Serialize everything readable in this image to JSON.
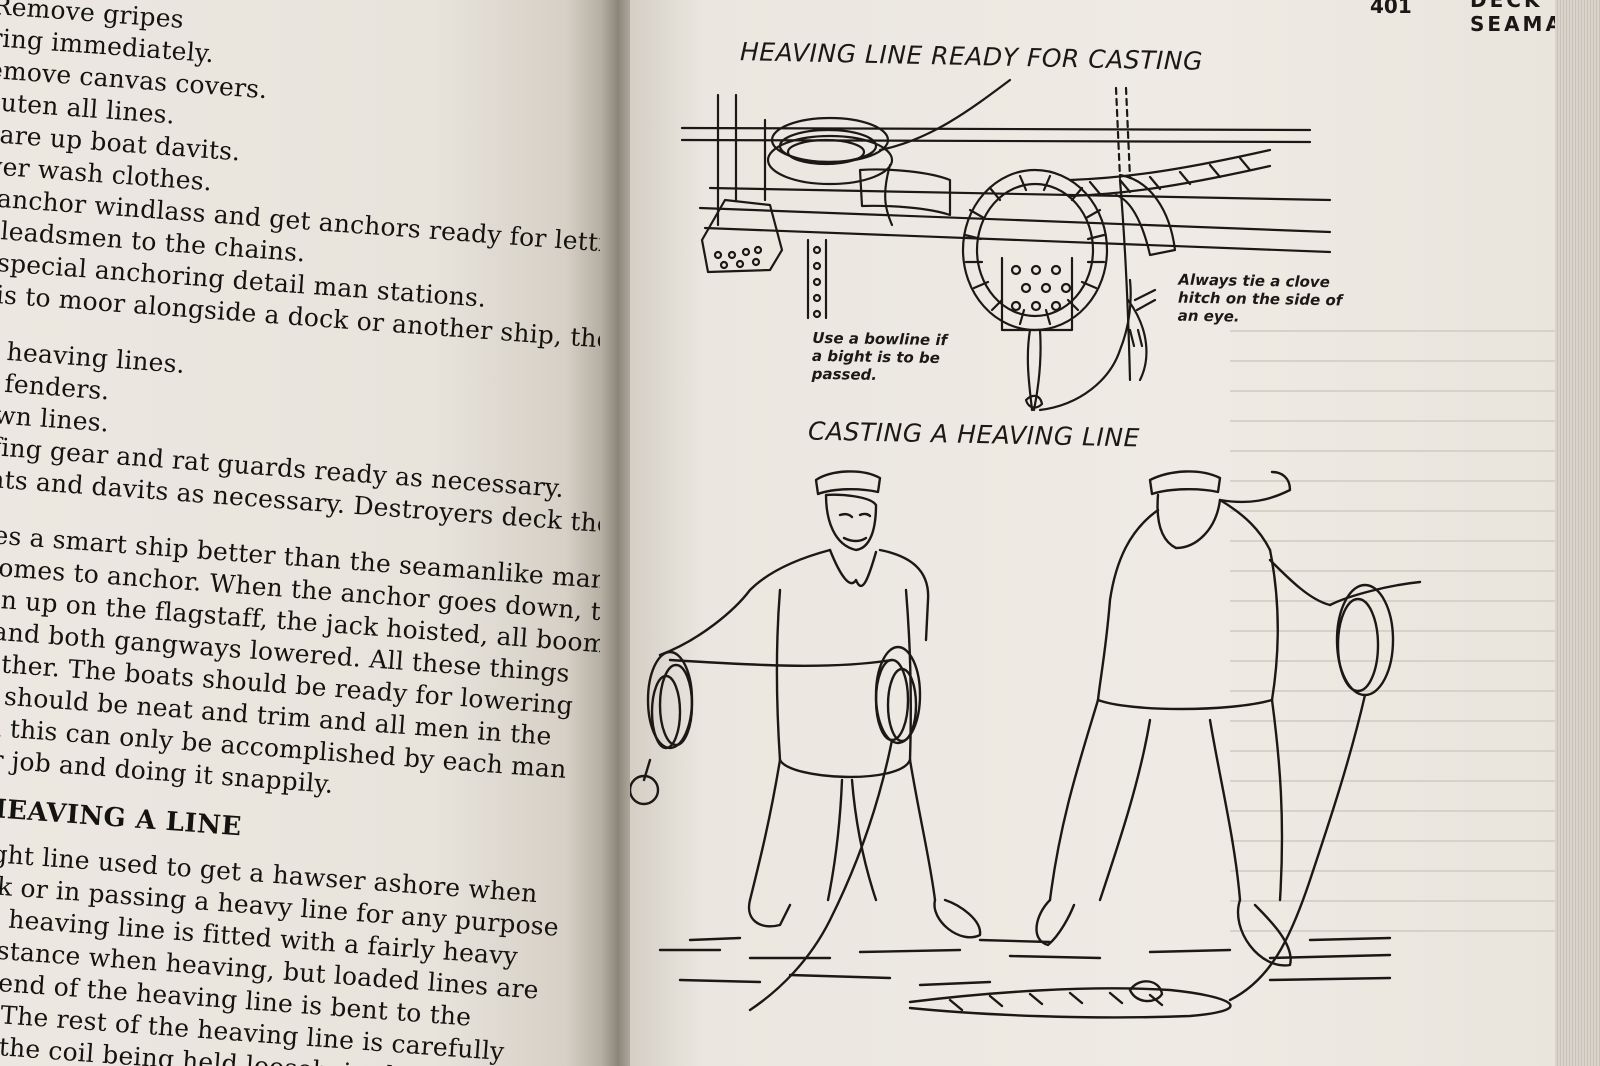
{
  "left_page": {
    "lines_top": [
      "Remove gripes",
      "ring immediately.",
      "emove canvas covers.",
      "auten all lines.",
      "uare up boat davits.",
      "wer wash clothes.",
      "t anchor windlass and get anchors ready for letting go.",
      "d leadsmen to the chains.",
      "e special anchoring detail man stations.",
      "p is to moor alongside a dock or another ship, they must"
    ],
    "lines_mid": [
      "de heaving lines.",
      "de fenders.",
      "down lines.",
      "hafing gear and rat guards ready as necessary.",
      "boats and davits as necessary. Destroyers deck the in-"
    ],
    "lines_para": [
      "cates a smart ship better than the seamanlike manner",
      "ip comes to anchor. When the anchor goes down, the",
      "e run up on the flagstaff, the jack hoisted, all booms",
      "tly, and both gangways lowered. All these things",
      "together. The boats should be ready for lowering",
      "ship should be neat and trim and all men in the",
      "y. All this can only be accomplished by each man",
      "cular job and doing it snappily."
    ],
    "heading": "HEAVING A LINE",
    "lines_bottom": [
      "s a light line used to get a hawser ashore when",
      "e dock or in passing a heavy line for any purpose",
      "of the heaving line is fitted with a fairly heavy",
      "ing distance when heaving, but loaded lines are",
      "other end of the heaving line is bent to the",
      "hitch. The rest of the heaving line is carefully",
      "rds of the coil being held loosely in the"
    ]
  },
  "right_page": {
    "running_head": "DECK SEAMANSHIP",
    "page_number": "401",
    "figure_1_title": "HEAVING LINE READY FOR CASTING",
    "note_bowline": [
      "Use a bowline if",
      "a bight is to be",
      "passed."
    ],
    "note_clove": [
      "Always tie a clove",
      "hitch on the side of",
      "an eye."
    ],
    "figure_2_title": "CASTING A HEAVING LINE"
  },
  "colors": {
    "ink": "#151310",
    "paper": "#ece8e1",
    "gutter": "#8c857a"
  }
}
